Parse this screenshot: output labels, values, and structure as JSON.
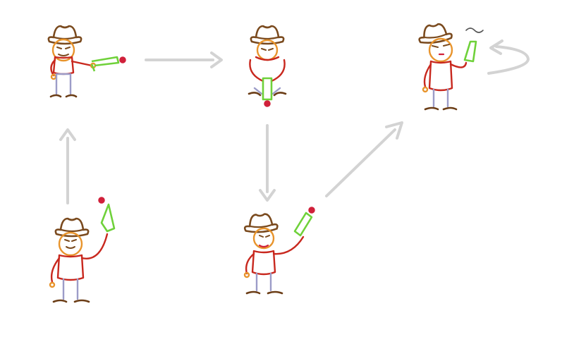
{
  "colors": {
    "background": "#ffffff",
    "arrow": "#d3d3d3",
    "hat": "#7a4a1e",
    "skin": "#e8942c",
    "shirt": "#c8281e",
    "pants": "#9c9cc8",
    "boots": "#6b3d16",
    "gun_body": "#6fd13a",
    "gun_nozzle": "#d0203a",
    "smoke": "#555555"
  },
  "figures": [
    {
      "id": "aim-sideways",
      "pose": "aim-sideways"
    },
    {
      "id": "point-down",
      "pose": "point-down"
    },
    {
      "id": "blow-smoke",
      "pose": "blow-smoke"
    },
    {
      "id": "raise-up-start",
      "pose": "raise-up"
    },
    {
      "id": "raise-up-tongue",
      "pose": "raise-up"
    }
  ],
  "transitions": [
    {
      "from": "raise-up-start",
      "to": "aim-sideways"
    },
    {
      "from": "aim-sideways",
      "to": "point-down"
    },
    {
      "from": "point-down",
      "to": "raise-up-tongue"
    },
    {
      "from": "raise-up-tongue",
      "to": "blow-smoke"
    },
    {
      "from": "blow-smoke",
      "to": "blow-smoke",
      "kind": "self-loop"
    }
  ]
}
